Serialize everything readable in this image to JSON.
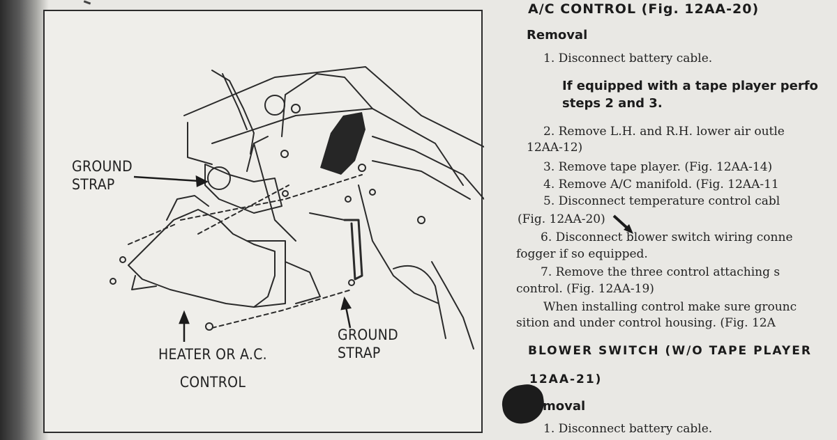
{
  "figure": {
    "labels": {
      "ground_strap_left_line1": "GROUND",
      "ground_strap_left_line2": "STRAP",
      "ground_strap_right_line1": "GROUND",
      "ground_strap_right_line2": "STRAP",
      "control_line1": "HEATER OR A.C.",
      "control_line2": "CONTROL"
    }
  },
  "text": {
    "ac_heading": "A/C CONTROL (Fig. 12AA-20)",
    "removal_heading": "Removal",
    "step1": "1.  Disconnect battery cable.",
    "note_line1": "If equipped with a tape player perfo",
    "note_line2": "steps 2 and 3.",
    "step2_line1": "2.  Remove L.H. and R.H. lower air outle",
    "step2_line2": "12AA-12)",
    "step3": "3.  Remove tape player. (Fig. 12AA-14)",
    "step4": "4.  Remove A/C manifold. (Fig. 12AA-11",
    "step5_line1": "5.  Disconnect  temperature  control  cabl",
    "step5_line2": "(Fig. 12AA-20)",
    "step6_line1": "6.  Disconnect blower switch wiring conne",
    "step6_line2": "fogger if so equipped.",
    "step7_line1": "7.  Remove the three control attaching s",
    "step7_line2": "control. (Fig. 12AA-19)",
    "install_line1": "When installing control make sure grounc",
    "install_line2": "sition and under control housing. (Fig. 12A",
    "blower_heading_line1": "BLOWER  SWITCH  (W/O  TAPE  PLAYER",
    "blower_heading_line2": "12AA-21)",
    "removal2_heading": "moval",
    "step1b": "1.  Disconnect battery cable."
  }
}
